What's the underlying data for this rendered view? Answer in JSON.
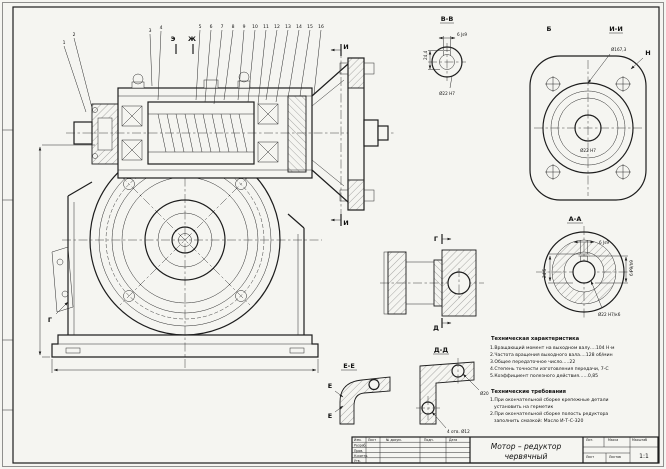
{
  "sections": {
    "vv": {
      "title": "В-В",
      "dim_top": "6 Js9",
      "dim_left": "24,4",
      "dim_bottom": "Ø22 H7"
    },
    "ii": {
      "title": "И-И",
      "label_b": "Б",
      "label_n": "Н",
      "dim": "Ø167,3",
      "dim2": "Ø22 H7"
    },
    "aa": {
      "title": "А-А",
      "dim_top": "6 Js9",
      "dim_right": "6 P9/h9",
      "dim_left": "24,5",
      "dim_bottom": "Ø22 H7/к6"
    },
    "gd": {
      "label_top": "Г",
      "label_bottom": "Д"
    },
    "dd": {
      "title": "Д-Д",
      "dim_hole": "Ø20",
      "dim_holes": "4 отв. Ø12"
    },
    "ee": {
      "title": "Е-Е",
      "label": "Е"
    }
  },
  "cuts": {
    "e": "Э",
    "zh": "Ж",
    "i": "И",
    "g": "Г"
  },
  "callouts": [
    "1",
    "2",
    "3",
    "4",
    "5",
    "6",
    "7",
    "8",
    "9",
    "10",
    "11",
    "12",
    "13",
    "14",
    "15",
    "16"
  ],
  "tech_char": {
    "title": "Техническая характеристика",
    "items": [
      "1.Вращающий момент на выходном валу....104 Н·м",
      "2.Частота вращения выходного вала....128 об/мин",
      "3.Общее передаточное число.....22",
      "4.Степень точности изготовления передачи, 7-С",
      "5.Коэффициент полезного действия......0,85"
    ]
  },
  "tech_req": {
    "title": "Технические требования",
    "items": [
      "1.При окончательной сборке крепежные детали",
      "установить на герметик",
      "2.При окончательной сборке полость редуктора",
      "заполнить смазкой:  Масло И-Т-С-320"
    ]
  },
  "title_block": {
    "name_line1": "Мотор – редуктор",
    "name_line2": "червячный",
    "scale": "1:1",
    "h_izm": "Изм.",
    "h_list": "Лист",
    "h_doc": "№ докум.",
    "h_podp": "Подп.",
    "h_data": "Дата",
    "r_razrab": "Разраб.",
    "r_prov": "Пров.",
    "r_nkontr": "Н.контр.",
    "r_utv": "Утв.",
    "c_lit": "Лит.",
    "c_massa": "Масса",
    "c_masshtab": "Масштаб",
    "f_list": "Лист",
    "f_listov": "Листов"
  }
}
